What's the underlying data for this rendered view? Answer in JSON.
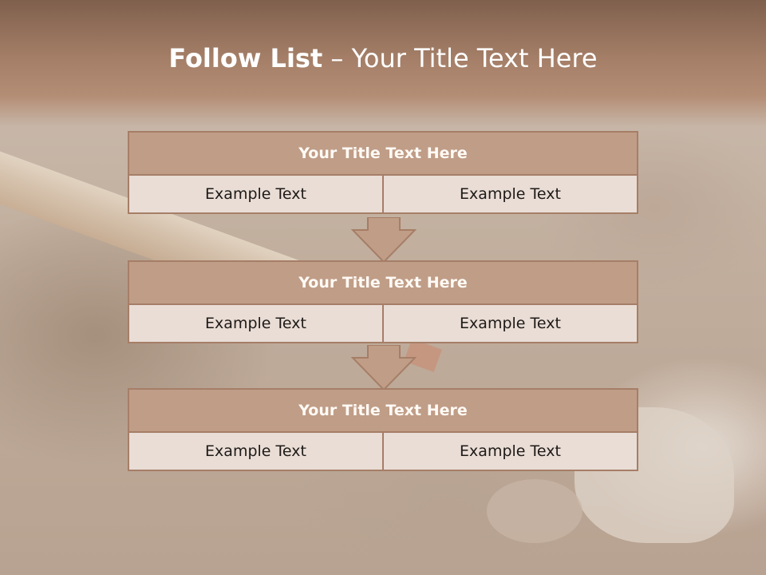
{
  "slide": {
    "title_bold": "Follow List",
    "title_separator": " – ",
    "title_rest": "Your Title Text Here"
  },
  "blocks": [
    {
      "title": "Your Title Text Here",
      "cells": [
        "Example Text",
        "Example Text"
      ]
    },
    {
      "title": "Your Title Text Here",
      "cells": [
        "Example Text",
        "Example Text"
      ]
    },
    {
      "title": "Your Title Text Here",
      "cells": [
        "Example Text",
        "Example Text"
      ]
    }
  ],
  "colors": {
    "header_bar": "#a47e67",
    "block_header": "#c09d87",
    "block_border": "#a67e67",
    "block_cell": "#e9ddd6",
    "arrow_fill": "#c09d87"
  },
  "icons": {
    "connector": "down-arrow-icon"
  }
}
